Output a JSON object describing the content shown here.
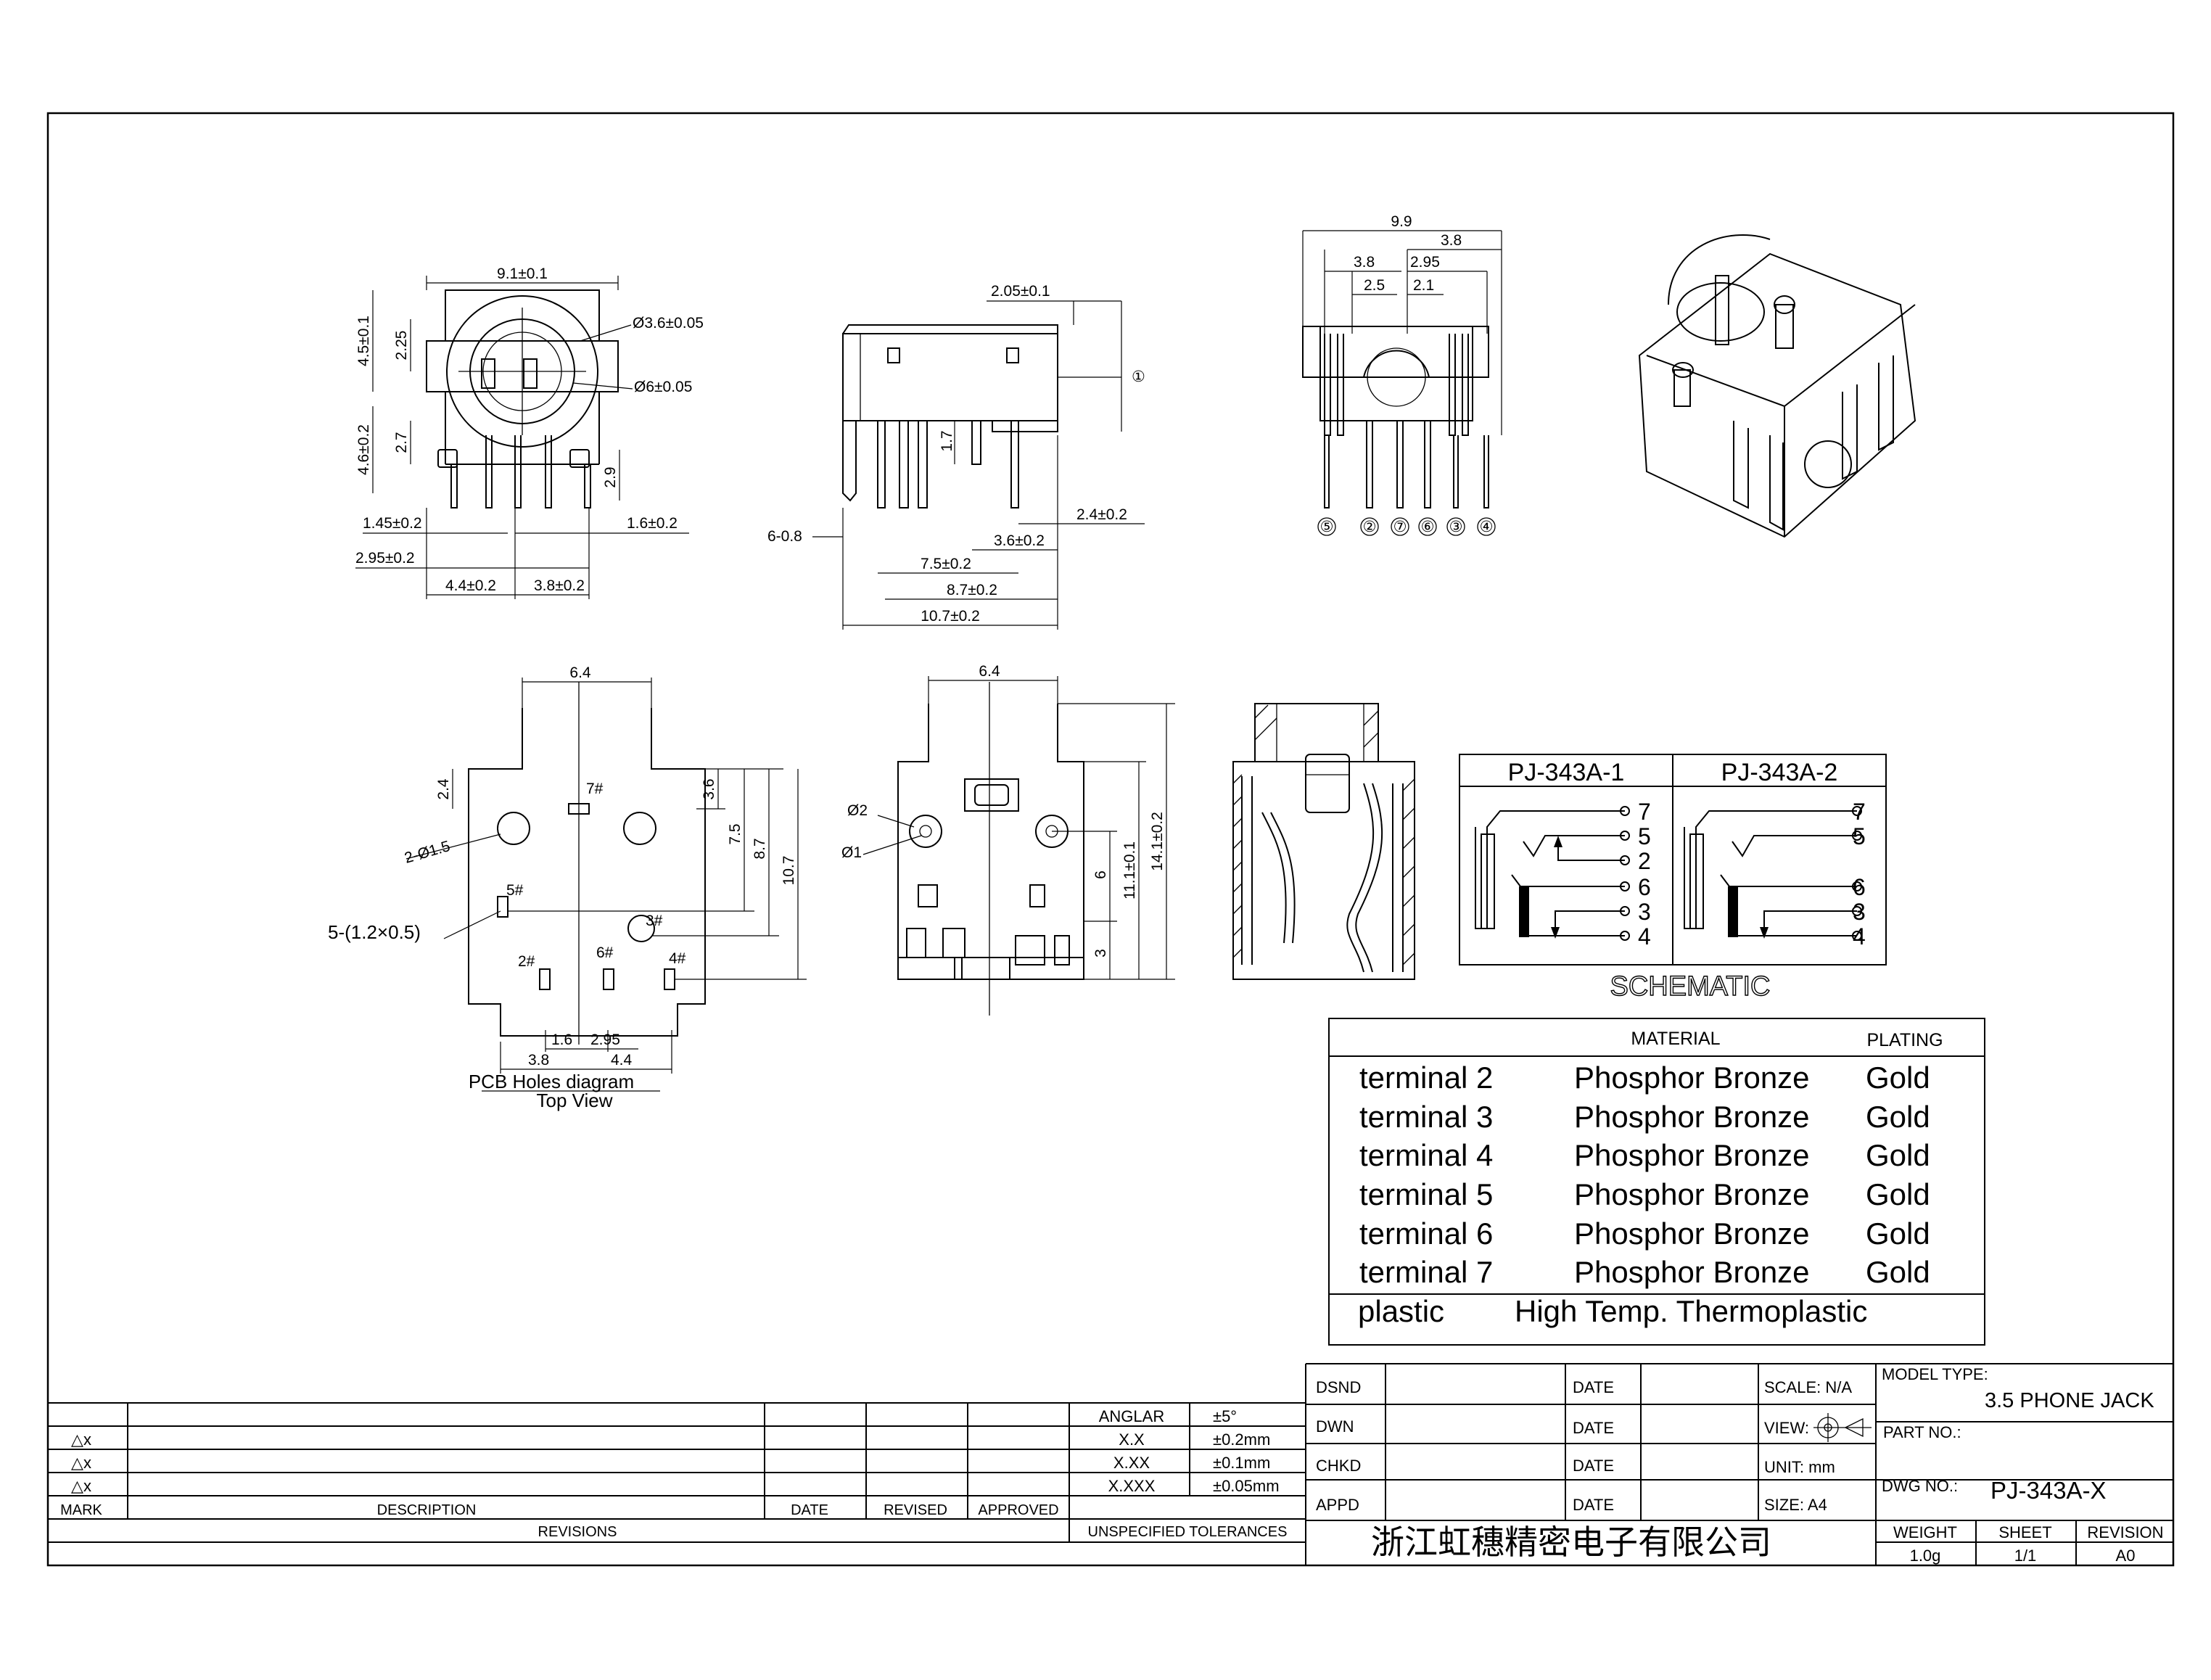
{
  "front_view": {
    "dims": {
      "width": "9.1±0.1",
      "d1": "Ø3.6±0.05",
      "d2": "Ø6±0.05",
      "h1": "4.5±0.1",
      "h2": "2.25",
      "h3": "4.6±0.2",
      "h4": "2.7",
      "h5": "2.9",
      "b1": "1.45±0.2",
      "b2": "1.6±0.2",
      "b3": "2.95±0.2",
      "b4": "4.4±0.2",
      "b5": "3.8±0.2"
    }
  },
  "side_view": {
    "dims": {
      "top": "2.05±0.1",
      "callout": "①",
      "h": "1.7",
      "pin": "6-0.8",
      "p1": "2.4±0.2",
      "p2": "3.6±0.2",
      "p3": "7.5±0.2",
      "p4": "8.7±0.2",
      "p5": "10.7±0.2"
    }
  },
  "rear_view": {
    "dims": {
      "w": "9.9",
      "a": "3.8",
      "b": "3.8",
      "c": "2.95",
      "d": "2.5",
      "e": "2.1"
    },
    "pins": [
      "⑤",
      "②",
      "⑦",
      "⑥",
      "③",
      "④"
    ]
  },
  "pcb_holes": {
    "dims": {
      "top": "6.4",
      "v1": "2.4",
      "v2": "3.6",
      "v3": "7.5",
      "v4": "8.7",
      "v5": "10.7",
      "holes": "2-Ø1.5",
      "slots": "5-(1.2×0.5)",
      "b1": "1.6",
      "b2": "2.95",
      "b3": "3.8",
      "b4": "4.4"
    },
    "labels": [
      "7#",
      "5#",
      "3#",
      "2#",
      "6#",
      "4#"
    ],
    "title": "PCB Holes diagram",
    "subtitle": "Top View"
  },
  "bottom_view": {
    "dims": {
      "top": "6.4",
      "d1": "Ø2",
      "d2": "Ø1",
      "v1": "6",
      "v2": "3",
      "v3": "11.1±0.1",
      "v4": "14.1±0.2"
    }
  },
  "schematic": {
    "col1": "PJ-343A-1",
    "col2": "PJ-343A-2",
    "pins1": [
      "7",
      "5",
      "2",
      "6",
      "3",
      "4"
    ],
    "pins2": [
      "7",
      "5",
      "6",
      "3",
      "4"
    ],
    "caption": "SCHEMATIC"
  },
  "materials": {
    "headers": {
      "material": "MATERIAL",
      "plating": "PLATING"
    },
    "rows": [
      {
        "part": "terminal 2",
        "material": "Phosphor Bronze",
        "plating": "Gold"
      },
      {
        "part": "terminal 3",
        "material": "Phosphor Bronze",
        "plating": "Gold"
      },
      {
        "part": "terminal 4",
        "material": "Phosphor Bronze",
        "plating": "Gold"
      },
      {
        "part": "terminal 5",
        "material": "Phosphor Bronze",
        "plating": "Gold"
      },
      {
        "part": "terminal 6",
        "material": "Phosphor Bronze",
        "plating": "Gold"
      },
      {
        "part": "terminal 7",
        "material": "Phosphor Bronze",
        "plating": "Gold"
      }
    ],
    "plastic": {
      "part": "plastic",
      "material": "High Temp. Thermoplastic"
    }
  },
  "title_block": {
    "revisions": {
      "marks": [
        "△x",
        "△x",
        "△x"
      ],
      "mark_h": "MARK",
      "desc_h": "DESCRIPTION",
      "date_h": "DATE",
      "revised_h": "REVISED",
      "approved_h": "APPROVED",
      "revisions_h": "REVISIONS"
    },
    "tolerances": {
      "rows": [
        {
          "k": "ANGLAR",
          "v": "±5°"
        },
        {
          "k": "X.X",
          "v": "±0.2mm"
        },
        {
          "k": "X.XX",
          "v": "±0.1mm"
        },
        {
          "k": "X.XXX",
          "v": "±0.05mm"
        }
      ],
      "label": "UNSPECIFIED TOLERANCES"
    },
    "sign": {
      "rows": [
        "DSND",
        "DWN",
        "CHKD",
        "APPD"
      ],
      "date": "DATE"
    },
    "scale": "SCALE: N/A",
    "view": "VIEW:",
    "unit": "UNIT: mm",
    "size": "SIZE: A4",
    "model_type_label": "MODEL TYPE:",
    "model_type": "3.5 PHONE JACK",
    "part_no_label": "PART NO.:",
    "dwg_no_label": "DWG NO.:",
    "dwg_no": "PJ-343A-X",
    "company": "浙江虹穗精密电子有限公司",
    "weight_label": "WEIGHT",
    "weight": "1.0g",
    "sheet_label": "SHEET",
    "sheet": "1/1",
    "revision_label": "REVISION",
    "revision": "A0"
  }
}
